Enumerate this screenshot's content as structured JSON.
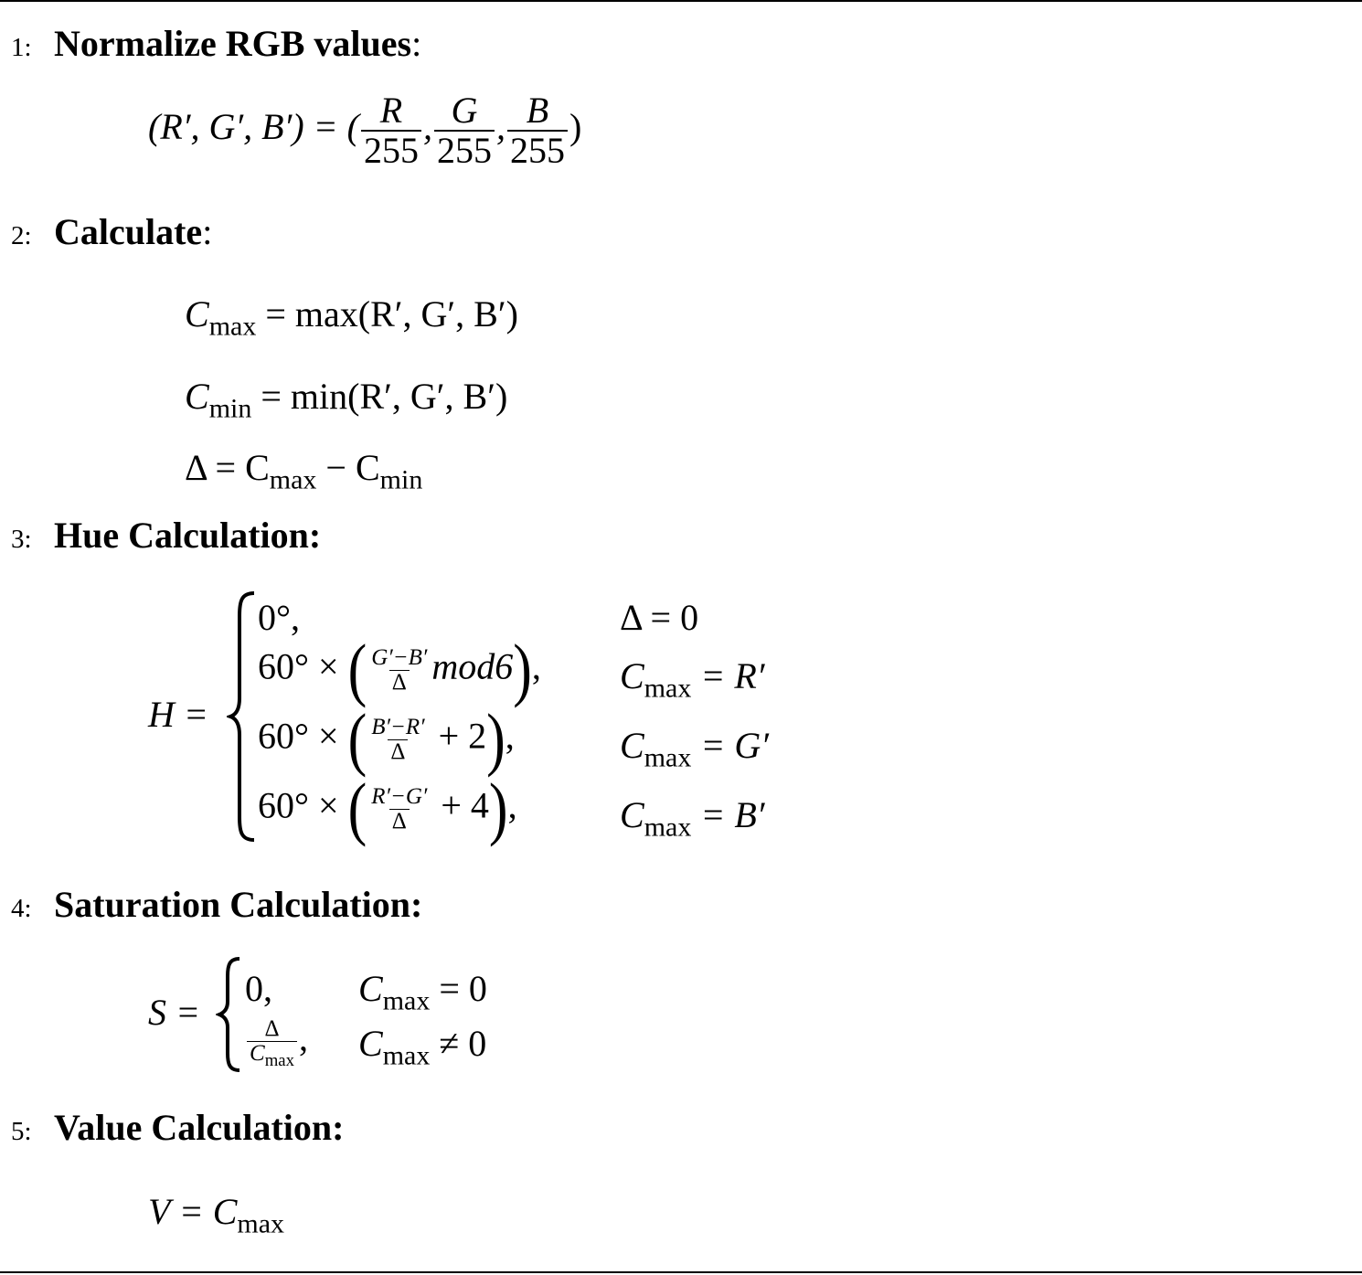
{
  "steps": [
    {
      "number": "1:",
      "title": "Normalize RGB values",
      "colon": ":"
    },
    {
      "number": "2:",
      "title": "Calculate",
      "colon": ":"
    },
    {
      "number": "3:",
      "title": "Hue Calculation:",
      "colon": ""
    },
    {
      "number": "4:",
      "title": "Saturation Calculation:",
      "colon": ""
    },
    {
      "number": "5:",
      "title": "Value Calculation:",
      "colon": ""
    }
  ],
  "normalize": {
    "lhs": "(R′, G′, B′) = (",
    "fractions": [
      {
        "num": "R",
        "den": "255"
      },
      {
        "num": "G",
        "den": "255"
      },
      {
        "num": "B",
        "den": "255"
      }
    ],
    "close": ")"
  },
  "calculate": {
    "cmax": {
      "sym": "C",
      "sub": "max",
      "rhs": " = max(R′, G′, B′)"
    },
    "cmin": {
      "sym": "C",
      "sub": "min",
      "rhs": " = min(R′, G′, B′)"
    },
    "delta": {
      "lhs": "Δ = C",
      "sub1": "max",
      "mid": " − C",
      "sub2": "min"
    }
  },
  "hue": {
    "lhs": "H =",
    "case1": {
      "expr": "0°,",
      "cond": "Δ = 0"
    },
    "case2": {
      "pre": "60° ×",
      "num": "G′−B′",
      "den": "Δ",
      "post": "mod6",
      "tail": ",",
      "cond_sym": "C",
      "cond_sub": "max",
      "cond_rhs": " = R′"
    },
    "case3": {
      "pre": "60° ×",
      "num": "B′−R′",
      "den": "Δ",
      "post": " + 2",
      "tail": ",",
      "cond_sym": "C",
      "cond_sub": "max",
      "cond_rhs": " = G′"
    },
    "case4": {
      "pre": "60° ×",
      "num": "R′−G′",
      "den": "Δ",
      "post": " + 4",
      "tail": ",",
      "cond_sym": "C",
      "cond_sub": "max",
      "cond_rhs": " = B′"
    }
  },
  "saturation": {
    "lhs": "S =",
    "case1": {
      "expr": "0,",
      "cond_sym": "C",
      "cond_sub": "max",
      "cond_rhs": " = 0"
    },
    "case2": {
      "num": "Δ",
      "den_sym": "C",
      "den_sub": "max",
      "tail": ",",
      "cond_sym": "C",
      "cond_sub": "max",
      "cond_rhs": " ≠ 0"
    }
  },
  "value": {
    "lhs": "V = C",
    "sub": "max"
  }
}
